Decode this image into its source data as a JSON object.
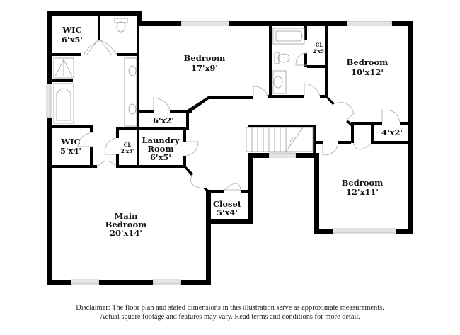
{
  "floor_plan": {
    "rooms": [
      {
        "id": "wic-top",
        "name": "WIC",
        "size": "6'x5'"
      },
      {
        "id": "bedroom-top-middle",
        "name": "Bedroom",
        "size": "17'x9'"
      },
      {
        "id": "closet-cl-top",
        "name": "CL",
        "size": "2'x5'"
      },
      {
        "id": "bedroom-top-right",
        "name": "Bedroom",
        "size": "10'x12'"
      },
      {
        "id": "hall-closet",
        "name": "",
        "size": "6'x2'"
      },
      {
        "id": "wic-left",
        "name": "WIC",
        "size": "5'x4'"
      },
      {
        "id": "closet-cl-mid",
        "name": "CL",
        "size": "2'x5'"
      },
      {
        "id": "laundry-room",
        "name": "Laundry Room",
        "name_line1": "Laundry",
        "name_line2": "Room",
        "size": "6'x5'"
      },
      {
        "id": "small-closet-right",
        "name": "",
        "size": "4'x2'"
      },
      {
        "id": "bedroom-bottom-right",
        "name": "Bedroom",
        "size": "12'x11'"
      },
      {
        "id": "closet-bottom",
        "name": "Closet",
        "size": "5'x4'"
      },
      {
        "id": "main-bedroom",
        "name": "Main Bedroom",
        "name_line1": "Main",
        "name_line2": "Bedroom",
        "size": "20'x14'"
      }
    ]
  },
  "disclaimer": {
    "line1": "Disclaimer: The floor plan and stated dimensions in this illustration serve as approximate measurements.",
    "line2": "Actual square footage and features may vary. Read terms and conditions for more detail."
  }
}
